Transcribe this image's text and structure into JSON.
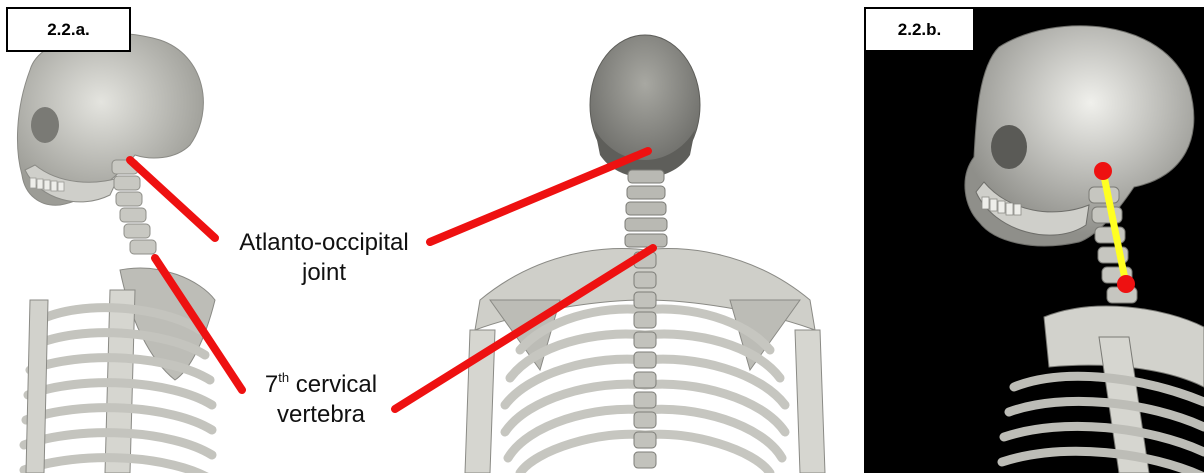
{
  "panels": {
    "a": {
      "tag": "2.2.a."
    },
    "b": {
      "tag": "2.2.b."
    }
  },
  "labels": {
    "atlanto_line1": "Atlanto-occipital",
    "atlanto_line2": "joint",
    "c7_ordinal": "7",
    "c7_superscript": "th",
    "c7_word": "cervical",
    "c7_line2": "vertebra"
  },
  "colors": {
    "pointer": "#ee1111",
    "measure_line": "#ffff22",
    "measure_dot": "#ee1111",
    "bone": "#d6d6d0",
    "panel_b_background": "#000000"
  }
}
